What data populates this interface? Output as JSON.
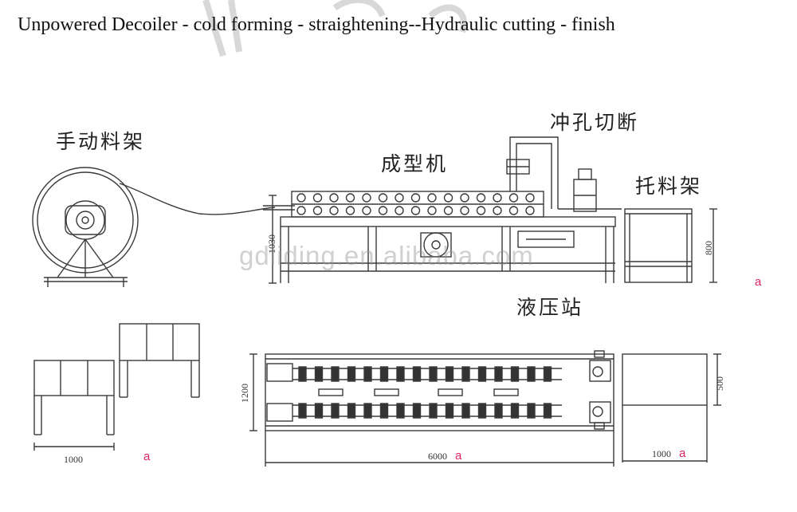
{
  "title": "Unpowered Decoiler - cold forming - straightening--Hydraulic cutting - finish",
  "labels": {
    "decoiler": "手动料架",
    "forming": "成型机",
    "cutting": "冲孔切断",
    "table": "托料架",
    "hydraulic": "液压站"
  },
  "dims": {
    "height_main": "1030",
    "height_table": "800",
    "width_frame": "1000",
    "width_main": "1200",
    "length_main": "6000",
    "width_table_plan": "500",
    "length_table_plan": "1000"
  },
  "markers": {
    "m1": "a",
    "m2": "a",
    "m3": "a",
    "m4": "a"
  },
  "watermark": "gdliding.en.alibaba.com",
  "colors": {
    "line": "#3a3a3a",
    "marker": "#e0245e"
  }
}
